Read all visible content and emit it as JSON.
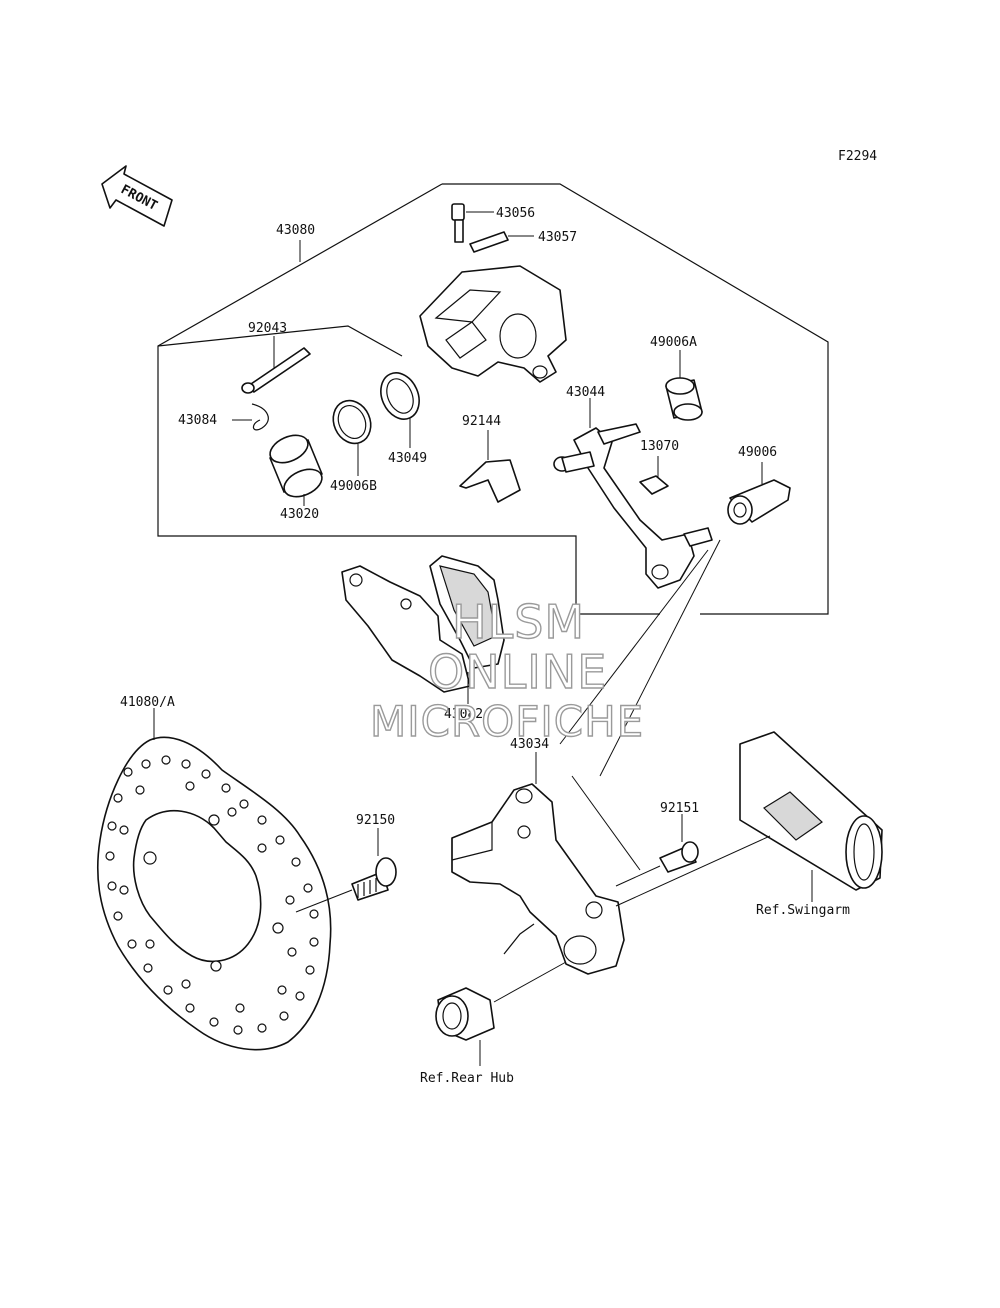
{
  "figure_code": "F2294",
  "front_label": "FRONT",
  "watermark": {
    "line1": "HLSM",
    "line2": "ONLINE",
    "line3": "MICROFICHE"
  },
  "callouts": {
    "p43080": "43080",
    "p43056": "43056",
    "p43057": "43057",
    "p92043": "92043",
    "p49006A": "49006A",
    "p43044": "43044",
    "p43084": "43084",
    "p92144": "92144",
    "p13070": "13070",
    "p43049": "43049",
    "p49006": "49006",
    "p49006B": "49006B",
    "p43020": "43020",
    "p43082": "43082",
    "p41080A": "41080/A",
    "p43034": "43034",
    "p92150": "92150",
    "p92151": "92151",
    "ref_swingarm": "Ref.Swingarm",
    "ref_rear_hub": "Ref.Rear Hub"
  }
}
